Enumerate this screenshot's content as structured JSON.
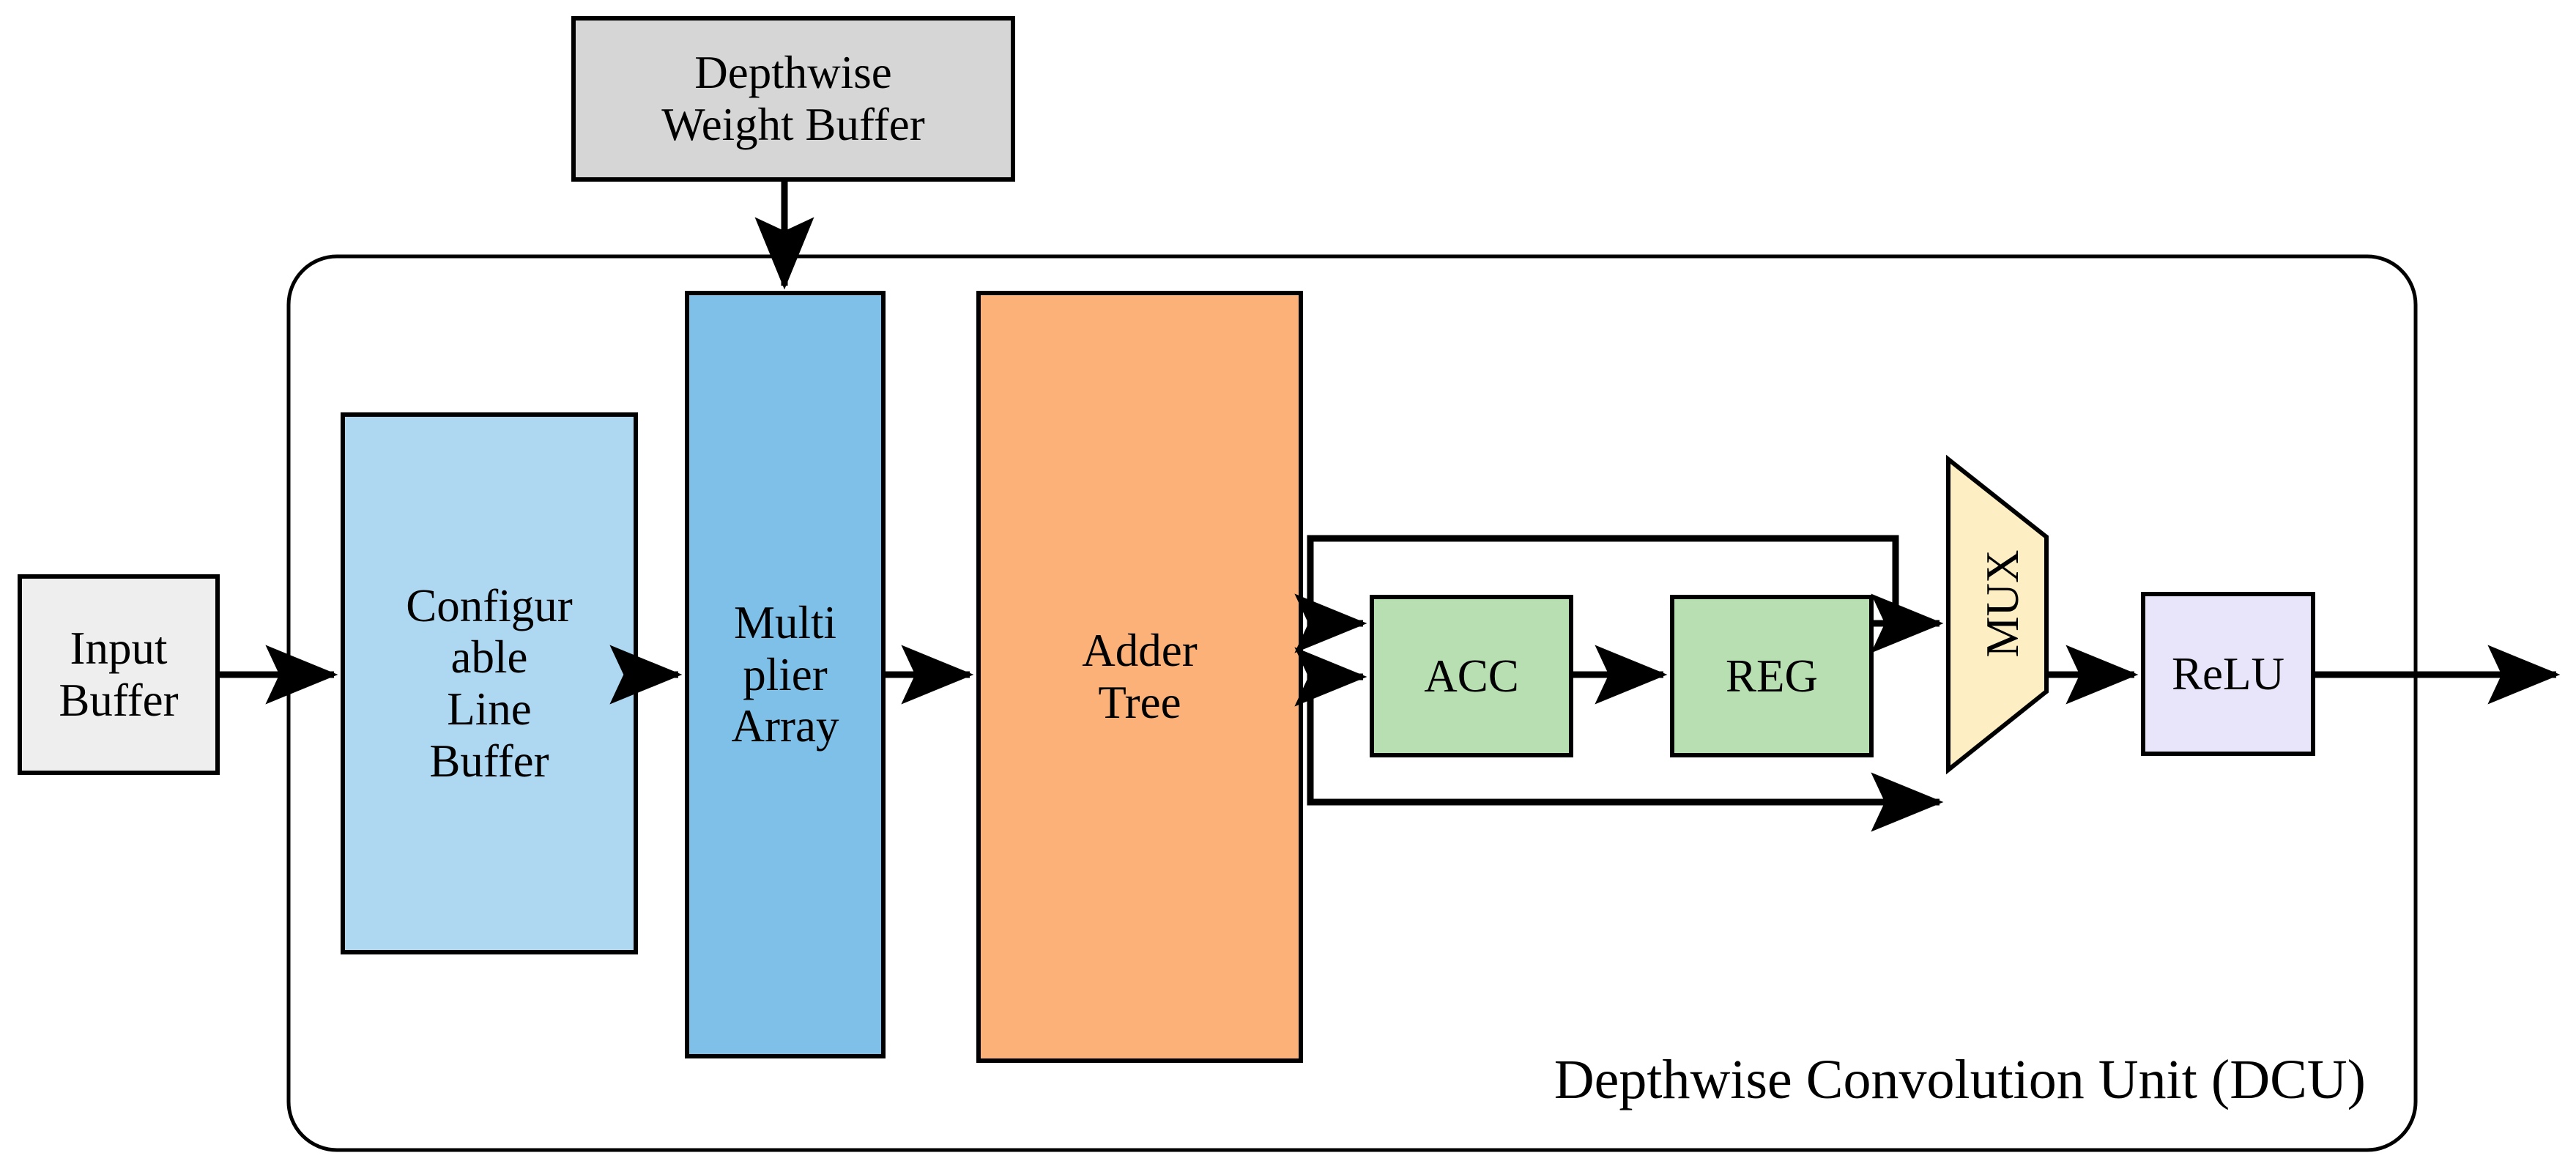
{
  "diagram": {
    "title": "Depthwise Convolution Unit (DCU)",
    "container_label": "Depthwise Convolution Unit (DCU)",
    "colors": {
      "input_buffer_fill": "#eeeeee",
      "weight_buffer_fill": "#d6d6d6",
      "line_buffer_fill": "#aed7f2",
      "multiplier_fill": "#7fc0e8",
      "adder_tree_fill": "#fbb178",
      "acc_fill": "#b7dfb1",
      "reg_fill": "#b7dfb1",
      "mux_fill": "#fdeec4",
      "relu_fill": "#e8e4fa",
      "stroke": "#000000",
      "background": "#ffffff"
    },
    "blocks": {
      "input_buffer": {
        "label": "Input\nBuffer"
      },
      "weight_buffer": {
        "label": "Depthwise\nWeight Buffer"
      },
      "line_buffer": {
        "label": "Configur\nable\nLine\nBuffer"
      },
      "multiplier_array": {
        "label": "Multi\nplier\nArray"
      },
      "adder_tree": {
        "label": "Adder\nTree"
      },
      "acc": {
        "label": "ACC"
      },
      "reg": {
        "label": "REG"
      },
      "mux": {
        "label": "MUX"
      },
      "relu": {
        "label": "ReLU"
      }
    },
    "connections": [
      {
        "name": "input-buffer-to-line-buffer",
        "from": "input_buffer",
        "to": "line_buffer",
        "kind": "arrow"
      },
      {
        "name": "weight-buffer-to-multiplier-array",
        "from": "weight_buffer",
        "to": "multiplier_array",
        "kind": "arrow"
      },
      {
        "name": "line-buffer-to-multiplier-array",
        "from": "line_buffer",
        "to": "multiplier_array",
        "kind": "arrow"
      },
      {
        "name": "multiplier-array-to-adder-tree",
        "from": "multiplier_array",
        "to": "adder_tree",
        "kind": "arrow"
      },
      {
        "name": "adder-tree-to-acc",
        "from": "adder_tree",
        "to": "acc",
        "kind": "arrow"
      },
      {
        "name": "adder-tree-bypass-to-mux",
        "from": "adder_tree",
        "to": "mux",
        "kind": "arrow"
      },
      {
        "name": "acc-to-reg",
        "from": "acc",
        "to": "reg",
        "kind": "arrow"
      },
      {
        "name": "reg-to-mux",
        "from": "reg",
        "to": "mux",
        "kind": "arrow"
      },
      {
        "name": "reg-feedback-to-acc",
        "from": "reg",
        "to": "acc",
        "kind": "feedback-arrow"
      },
      {
        "name": "mux-to-relu",
        "from": "mux",
        "to": "relu",
        "kind": "arrow"
      },
      {
        "name": "relu-to-output",
        "from": "relu",
        "to": "output",
        "kind": "arrow"
      }
    ]
  }
}
